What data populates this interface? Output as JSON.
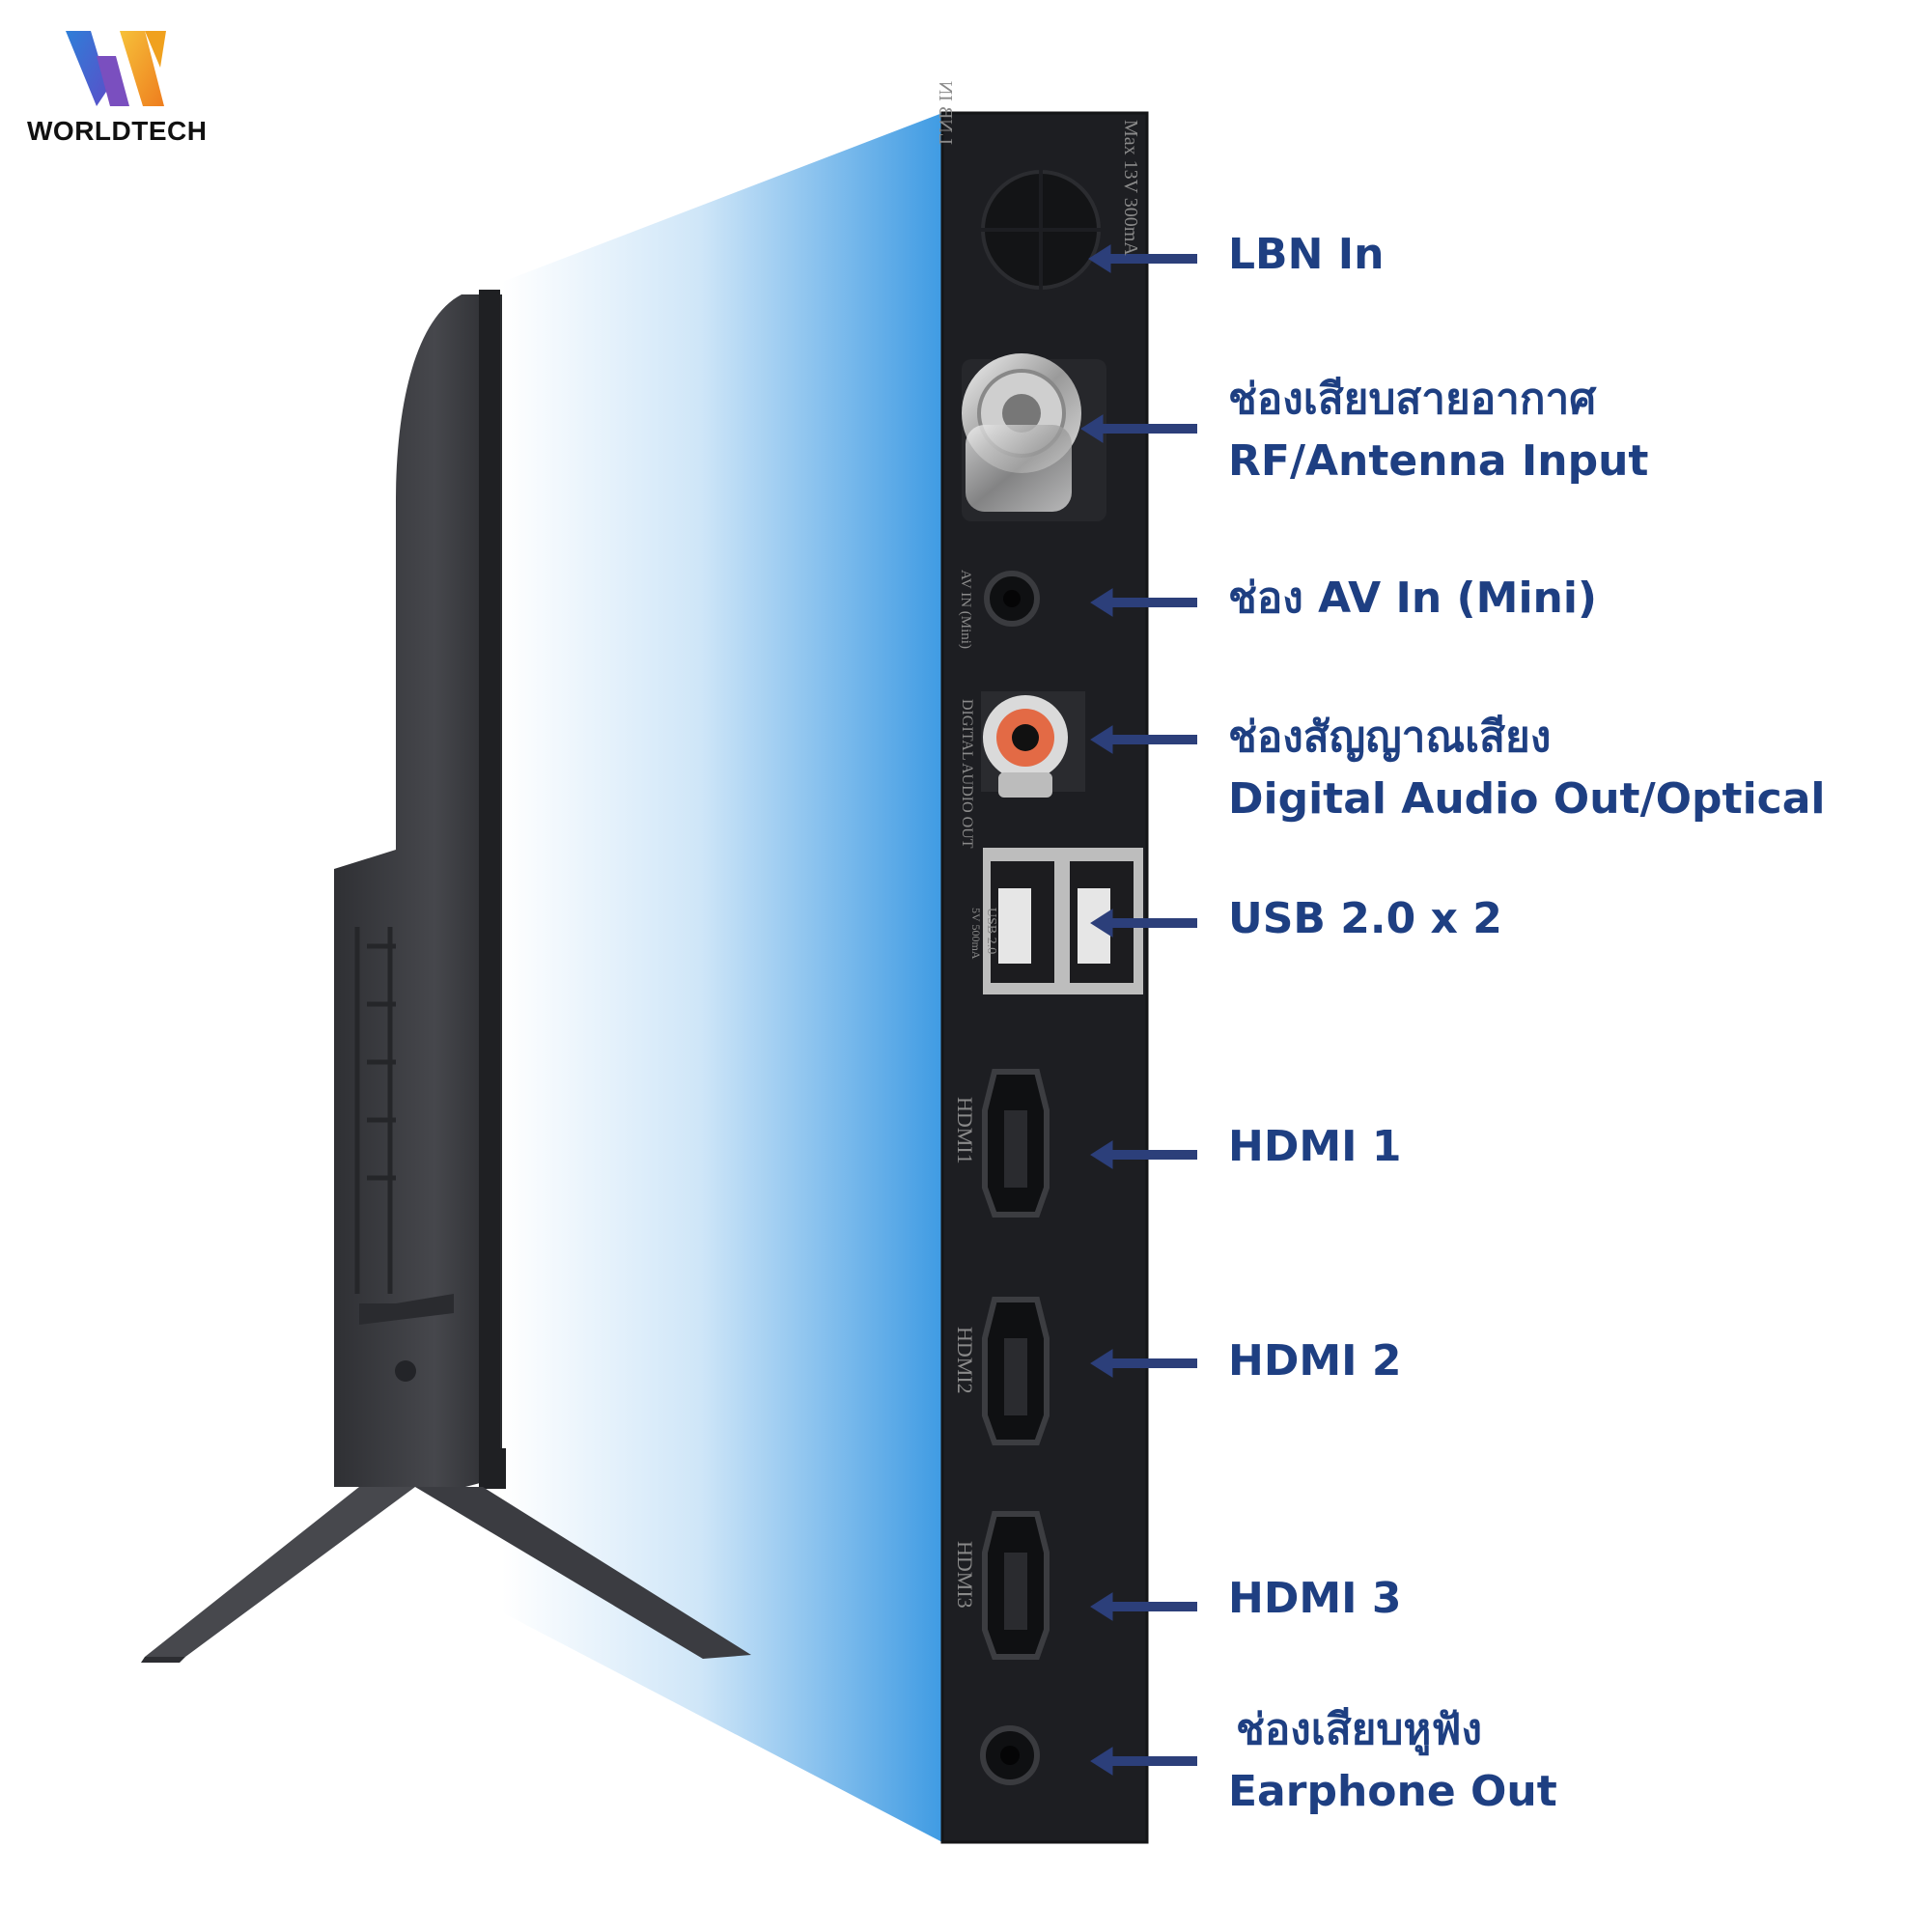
{
  "brand": {
    "name": "WORLDTECH",
    "logo_colors": [
      "#2e7fd8",
      "#f0a11e"
    ]
  },
  "panel": {
    "engravings": {
      "lnb_in": "LNB IN",
      "lnb_spec": "Max 13V 300mA",
      "av_in": "AV IN (Mini)",
      "digital_audio_out": "DIGITAL AUDIO OUT",
      "usb": "USB 2.0",
      "usb_spec": "5V  500mA",
      "hdmi1": "HDMI1",
      "hdmi2": "HDMI2",
      "hdmi3": "HDMI3"
    }
  },
  "callouts": [
    {
      "id": "lbn",
      "line1": "LBN In",
      "line2": ""
    },
    {
      "id": "rf",
      "line1": "ช่องเสียบสายอากาศ",
      "line2": "RF/Antenna Input"
    },
    {
      "id": "av",
      "line1": "ช่อง AV In (Mini)",
      "line2": ""
    },
    {
      "id": "optical",
      "line1": "ช่องสัญญาณเสียง",
      "line2": "Digital Audio Out/Optical"
    },
    {
      "id": "usb",
      "line1": "USB 2.0 x 2",
      "line2": ""
    },
    {
      "id": "hdmi1",
      "line1": "HDMI 1",
      "line2": ""
    },
    {
      "id": "hdmi2",
      "line1": "HDMI 2",
      "line2": ""
    },
    {
      "id": "hdmi3",
      "line1": "HDMI 3",
      "line2": ""
    },
    {
      "id": "earphone",
      "line1": "ช่องเสียบหูฟัง",
      "line2": "Earphone Out"
    }
  ],
  "colors": {
    "label": "#1e3f82",
    "arrow": "#2c3f7a",
    "panel": "#1d1e22",
    "tv": "#3b3c40",
    "glow": "#4ba3e6"
  }
}
